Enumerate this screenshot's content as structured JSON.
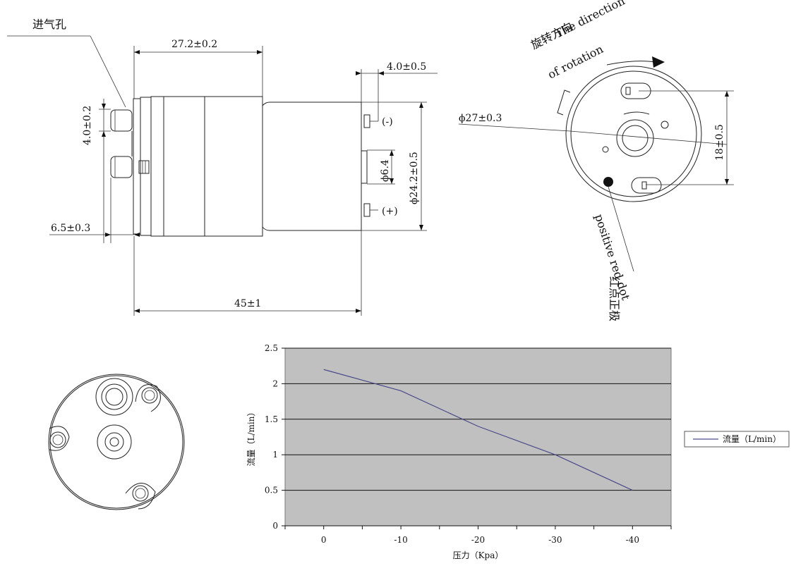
{
  "labels": {
    "intake_port": "进气孔",
    "dim_27_2": "27.2±0.2",
    "dim_4_0_05": "4.0±0.5",
    "dim_4_0_02": "4.0±0.2",
    "dim_6_4": "ϕ6.4",
    "dim_24_2": "ϕ24.2±0.5",
    "dim_6_5": "6.5±0.3",
    "dim_45": "45±1",
    "terminal_neg": "(-)",
    "terminal_pos": "(+)",
    "rotation_cn": "旋转方向",
    "rotation_en1": "The direction",
    "rotation_en2": "of rotation",
    "dim_27_03": "ϕ27±0.3",
    "dim_18": "18±0.5",
    "positive_cn": "红点正极",
    "positive_en": "positive red dot"
  },
  "chart_data": {
    "type": "line",
    "xlabel": "压力（Kpa）",
    "ylabel": "流量（L/min）",
    "x_ticks": [
      "0",
      "-10",
      "-20",
      "-30",
      "-40"
    ],
    "y_ticks": [
      "0",
      "0.5",
      "1",
      "1.5",
      "2",
      "2.5"
    ],
    "ylim": [
      0,
      2.5
    ],
    "xlim": [
      5,
      -45
    ],
    "grid": true,
    "legend_position": "right",
    "series": [
      {
        "name": "流量（L/min）",
        "color": "#4a4a8a",
        "x": [
          0,
          -10,
          -20,
          -30,
          -40
        ],
        "y": [
          2.2,
          1.9,
          1.4,
          1.0,
          0.5
        ]
      }
    ],
    "plot_background": "#c0c0c0"
  }
}
